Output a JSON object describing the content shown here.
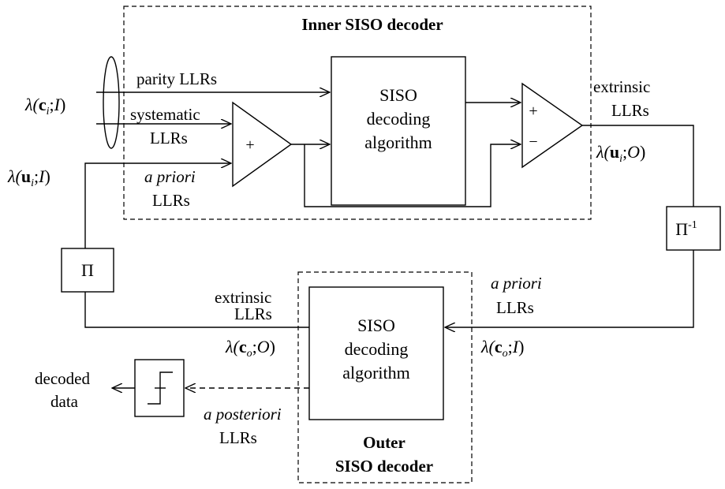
{
  "inner_title": "Inner SISO decoder",
  "outer_title_1": "Outer",
  "outer_title_2": "SISO decoder",
  "inner_block": [
    "SISO",
    "decoding",
    "algorithm"
  ],
  "outer_block": [
    "SISO",
    "decoding",
    "algorithm"
  ],
  "adder_sign": "+",
  "subtractor_signs": [
    "+",
    "−"
  ],
  "interleaver": "Π",
  "deinterleaver": "Π",
  "deinterleaver_exp": "-1",
  "labels": {
    "parity": "parity LLRs",
    "systematic_1": "systematic",
    "systematic_2": "LLRs",
    "apriori_in_1": "a priori",
    "apriori_in_2": "LLRs",
    "extrinsic_in_1": "extrinsic",
    "extrinsic_in_2": "LLRs",
    "extrinsic_out_1": "extrinsic",
    "extrinsic_out_2": "LLRs",
    "apriori_out_1": "a priori",
    "apriori_out_2": "LLRs",
    "aposteriori_1": "a posteriori",
    "aposteriori_2": "LLRs",
    "decoded_1": "decoded",
    "decoded_2": "data"
  },
  "symbols": {
    "lambda_ci_I": {
      "lam": "λ(",
      "bold": "c",
      "sub": "i",
      "rest": ";",
      "arg": "I",
      "end": ")"
    },
    "lambda_ui_I": {
      "lam": "λ(",
      "bold": "u",
      "sub": "i",
      "rest": ";",
      "arg": "I",
      "end": ")"
    },
    "lambda_ui_O": {
      "lam": "λ(",
      "bold": "u",
      "sub": "i",
      "rest": ";",
      "arg": "O",
      "end": ")"
    },
    "lambda_co_O": {
      "lam": "λ(",
      "bold": "c",
      "sub": "o",
      "rest": ";",
      "arg": "O",
      "end": ")"
    },
    "lambda_co_I": {
      "lam": "λ(",
      "bold": "c",
      "sub": "o",
      "rest": ";",
      "arg": "I",
      "end": ")"
    }
  }
}
